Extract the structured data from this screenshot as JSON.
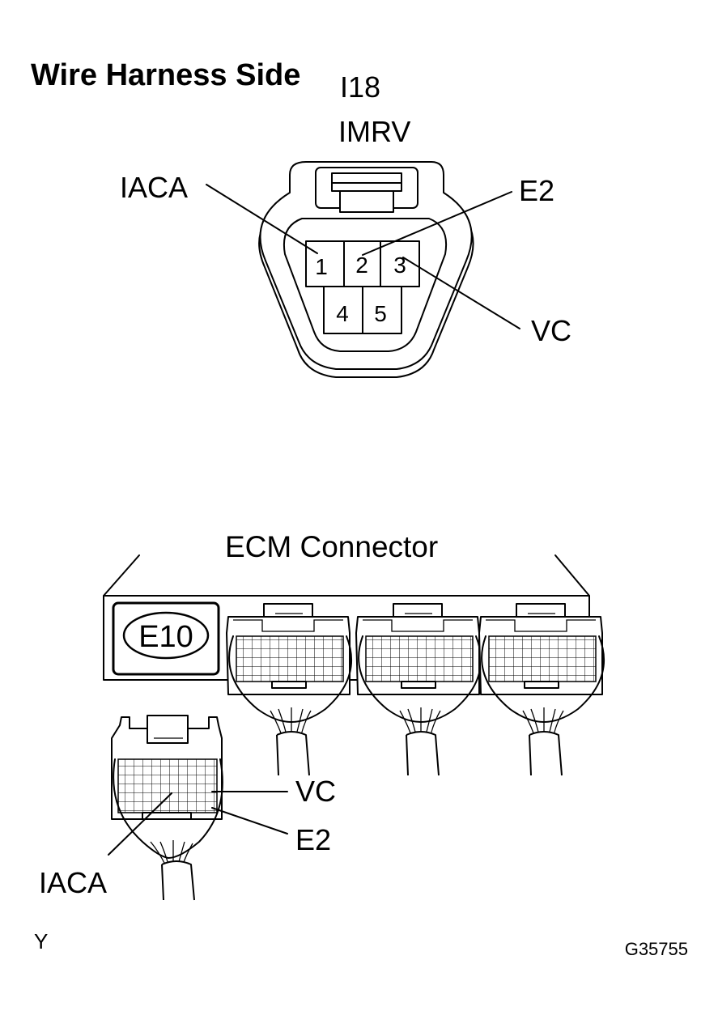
{
  "title": "Wire Harness Side",
  "imrv_connector": {
    "code": "I18",
    "name": "IMRV",
    "pins": [
      "1",
      "2",
      "3",
      "4",
      "5"
    ],
    "labels": {
      "iaca": "IACA",
      "e2": "E2",
      "vc": "VC"
    }
  },
  "ecm_connector": {
    "title": "ECM Connector",
    "code": "E10",
    "labels": {
      "vc": "VC",
      "e2": "E2",
      "iaca": "IACA"
    }
  },
  "footer": {
    "left": "Y",
    "figure_id": "G35755"
  }
}
